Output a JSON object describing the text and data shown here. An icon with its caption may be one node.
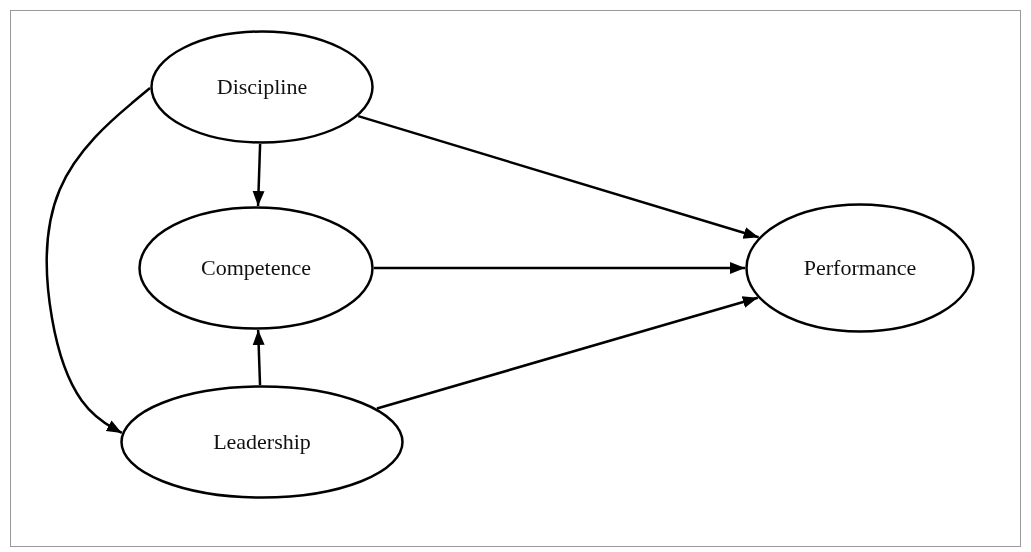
{
  "diagram": {
    "nodes": [
      {
        "text": [
          "Discipline"
        ]
      },
      {
        "text": [
          "Competence"
        ]
      },
      {
        "text": [
          "Leadership"
        ]
      },
      {
        "text": [
          "Performance"
        ]
      }
    ],
    "edges": [
      {
        "from": 0,
        "to": 3,
        "arrow": "to"
      },
      {
        "from": 1,
        "to": 3,
        "arrow": "to"
      },
      {
        "from": 2,
        "to": 3,
        "arrow": "to"
      },
      {
        "from": 0,
        "to": 1,
        "arrow": "to"
      },
      {
        "from": 2,
        "to": 1,
        "arrow": "to"
      },
      {
        "from": 0,
        "to": 2,
        "arrow": "to"
      }
    ]
  }
}
